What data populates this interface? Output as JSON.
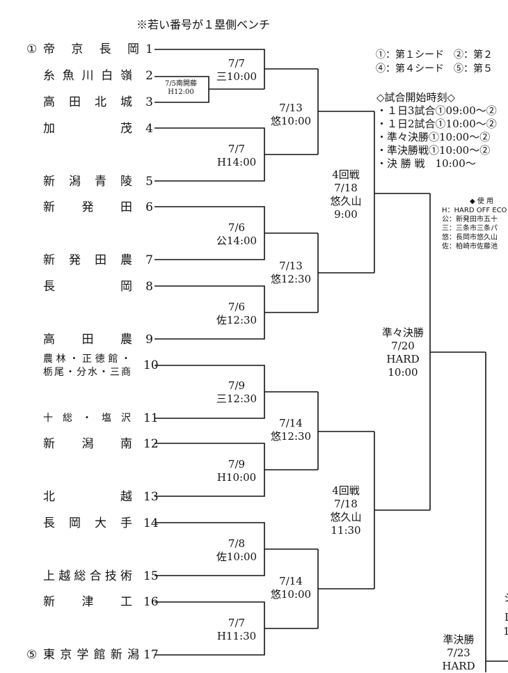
{
  "header_note": "※若い番号が１塁側ベンチ",
  "teams": [
    {
      "mark": "①",
      "name": "帝京長岡",
      "num": "1"
    },
    {
      "mark": "",
      "name": "糸魚川白嶺",
      "num": "2"
    },
    {
      "mark": "",
      "name": "高田北城",
      "num": "3"
    },
    {
      "mark": "",
      "name": "加　茂",
      "num": "4"
    },
    {
      "mark": "",
      "name": "新潟青陵",
      "num": "5"
    },
    {
      "mark": "",
      "name": "新発田",
      "num": "6"
    },
    {
      "mark": "",
      "name": "新発田農",
      "num": "7"
    },
    {
      "mark": "",
      "name": "長　岡",
      "num": "8"
    },
    {
      "mark": "",
      "name": "高田農",
      "num": "9"
    },
    {
      "mark": "",
      "name_line1": "農林・正徳館・",
      "name_line2": "栃尾・分水・三商",
      "num": "10"
    },
    {
      "mark": "",
      "name": "十総・塩沢",
      "num": "11"
    },
    {
      "mark": "",
      "name": "新潟南",
      "num": "12"
    },
    {
      "mark": "",
      "name": "北　越",
      "num": "13"
    },
    {
      "mark": "",
      "name": "長岡大手",
      "num": "14"
    },
    {
      "mark": "",
      "name": "上越総合技術",
      "num": "15"
    },
    {
      "mark": "",
      "name": "新津工",
      "num": "16"
    },
    {
      "mark": "⑤",
      "name": "東京学館新潟",
      "num": "17"
    }
  ],
  "matches": {
    "m23": {
      "l1": "7/5南開藤",
      "l2": "H12:00"
    },
    "m1": {
      "l1": "7/7",
      "l2": "三10:00"
    },
    "m45": {
      "l1": "7/7",
      "l2": "H14:00"
    },
    "m67": {
      "l1": "7/6",
      "l2": "公14:00"
    },
    "m89": {
      "l1": "7/6",
      "l2": "佐12:30"
    },
    "m1011": {
      "l1": "7/9",
      "l2": "三12:30"
    },
    "m1213": {
      "l1": "7/9",
      "l2": "H10:00"
    },
    "m1415": {
      "l1": "7/8",
      "l2": "佐10:00"
    },
    "m1617": {
      "l1": "7/7",
      "l2": "H11:30"
    },
    "r3a": {
      "l1": "7/13",
      "l2": "悠10:00"
    },
    "r3b": {
      "l1": "7/13",
      "l2": "悠12:30"
    },
    "r3c": {
      "l1": "7/14",
      "l2": "悠12:30"
    },
    "r3d": {
      "l1": "7/14",
      "l2": "悠10:00"
    },
    "r4a": {
      "l1": "4回戦",
      "l2": "7/18",
      "l3": "悠久山",
      "l4": "9:00"
    },
    "r4b": {
      "l1": "4回戦",
      "l2": "7/18",
      "l3": "悠久山",
      "l4": "11:30"
    },
    "qf": {
      "l1": "準々決勝",
      "l2": "7/20",
      "l3": "HARD",
      "l4": "10:00"
    },
    "sf": {
      "l1": "準決勝",
      "l2": "7/23",
      "l3": "HARD"
    }
  },
  "legend": {
    "line1": "①：第１シード　②：第２",
    "line2": "④：第４シード　⑤：第５"
  },
  "schedule": {
    "title": "◇試合開始時刻◇",
    "items": [
      "・１日3試合①09:00～②",
      "・１日2試合①10:00～②",
      "・準々決勝①10:00～②",
      "・準決勝戦①10:00～②",
      "・決 勝 戦　10:00～"
    ]
  },
  "venues": {
    "title": "◆ 使 用 ",
    "items": [
      "H：HARD OFF ECO",
      "公：新発田市五十",
      "三：三条市三条パ",
      "悠：長岡市悠久山",
      "佐：柏崎市佐藤池"
    ]
  },
  "edge": {
    "a": "シ",
    "b": "I",
    "c": "1"
  }
}
